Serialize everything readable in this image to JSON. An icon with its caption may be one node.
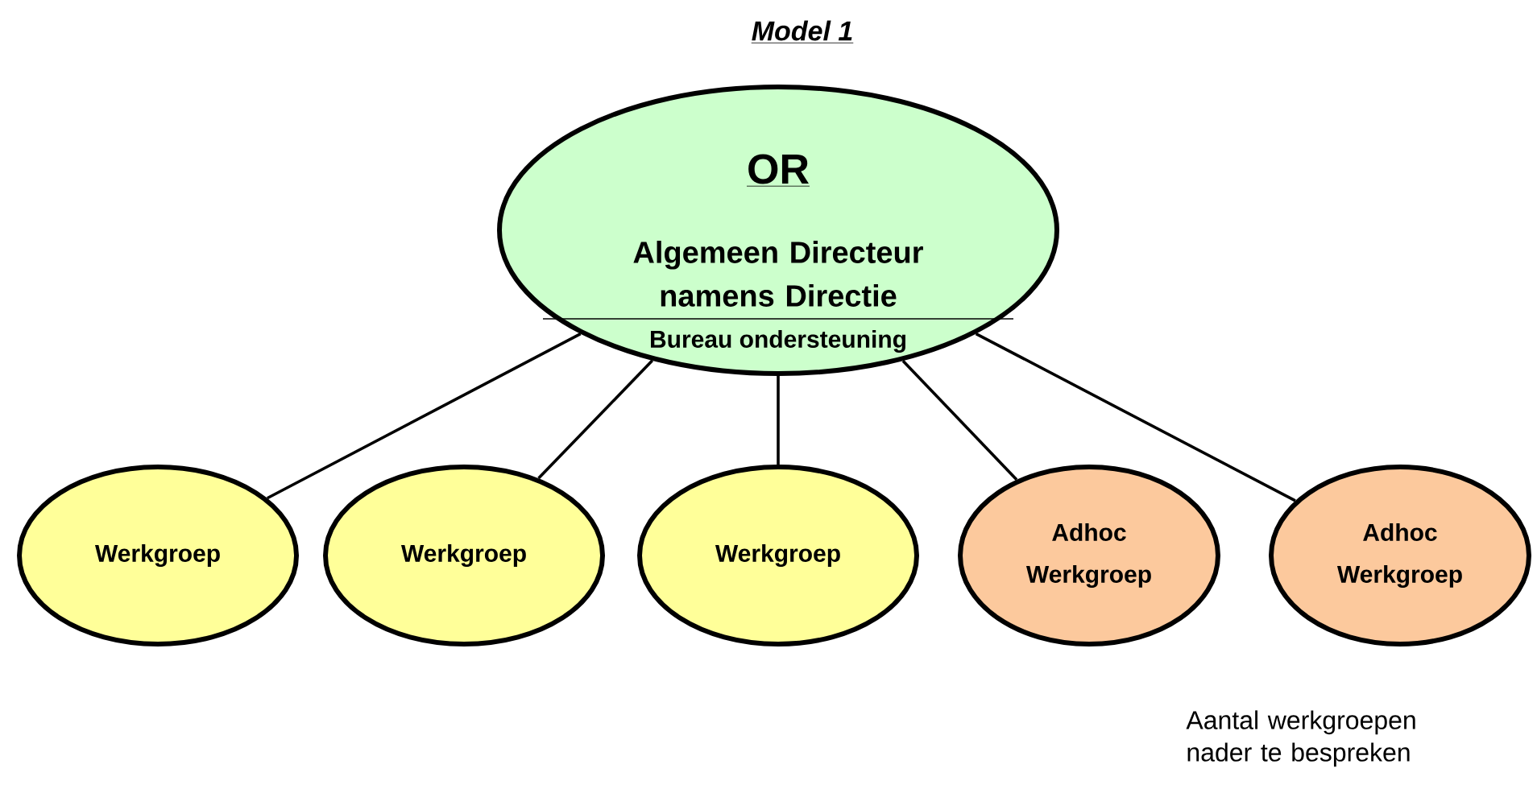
{
  "diagram": {
    "title": "Model 1",
    "nodes": [
      {
        "text": [
          "OR",
          "Algemeen Directeur namens  Directie",
          "Bureau ondersteuning"
        ]
      },
      {
        "text": [
          "Werkgroep"
        ]
      },
      {
        "text": [
          "Werkgroep"
        ]
      },
      {
        "text": [
          "Werkgroep"
        ]
      },
      {
        "text": [
          "Adhoc Werkgroep"
        ]
      },
      {
        "text": [
          "Adhoc Werkgroep"
        ]
      }
    ],
    "edges": [
      {
        "from": 0,
        "to": 1,
        "arrow": "none"
      },
      {
        "from": 0,
        "to": 2,
        "arrow": "none"
      },
      {
        "from": 0,
        "to": 3,
        "arrow": "none"
      },
      {
        "from": 0,
        "to": 4,
        "arrow": "none"
      },
      {
        "from": 0,
        "to": 5,
        "arrow": "none"
      }
    ],
    "labels": [
      "Aantal werkgroepen nader te bespreken"
    ]
  }
}
